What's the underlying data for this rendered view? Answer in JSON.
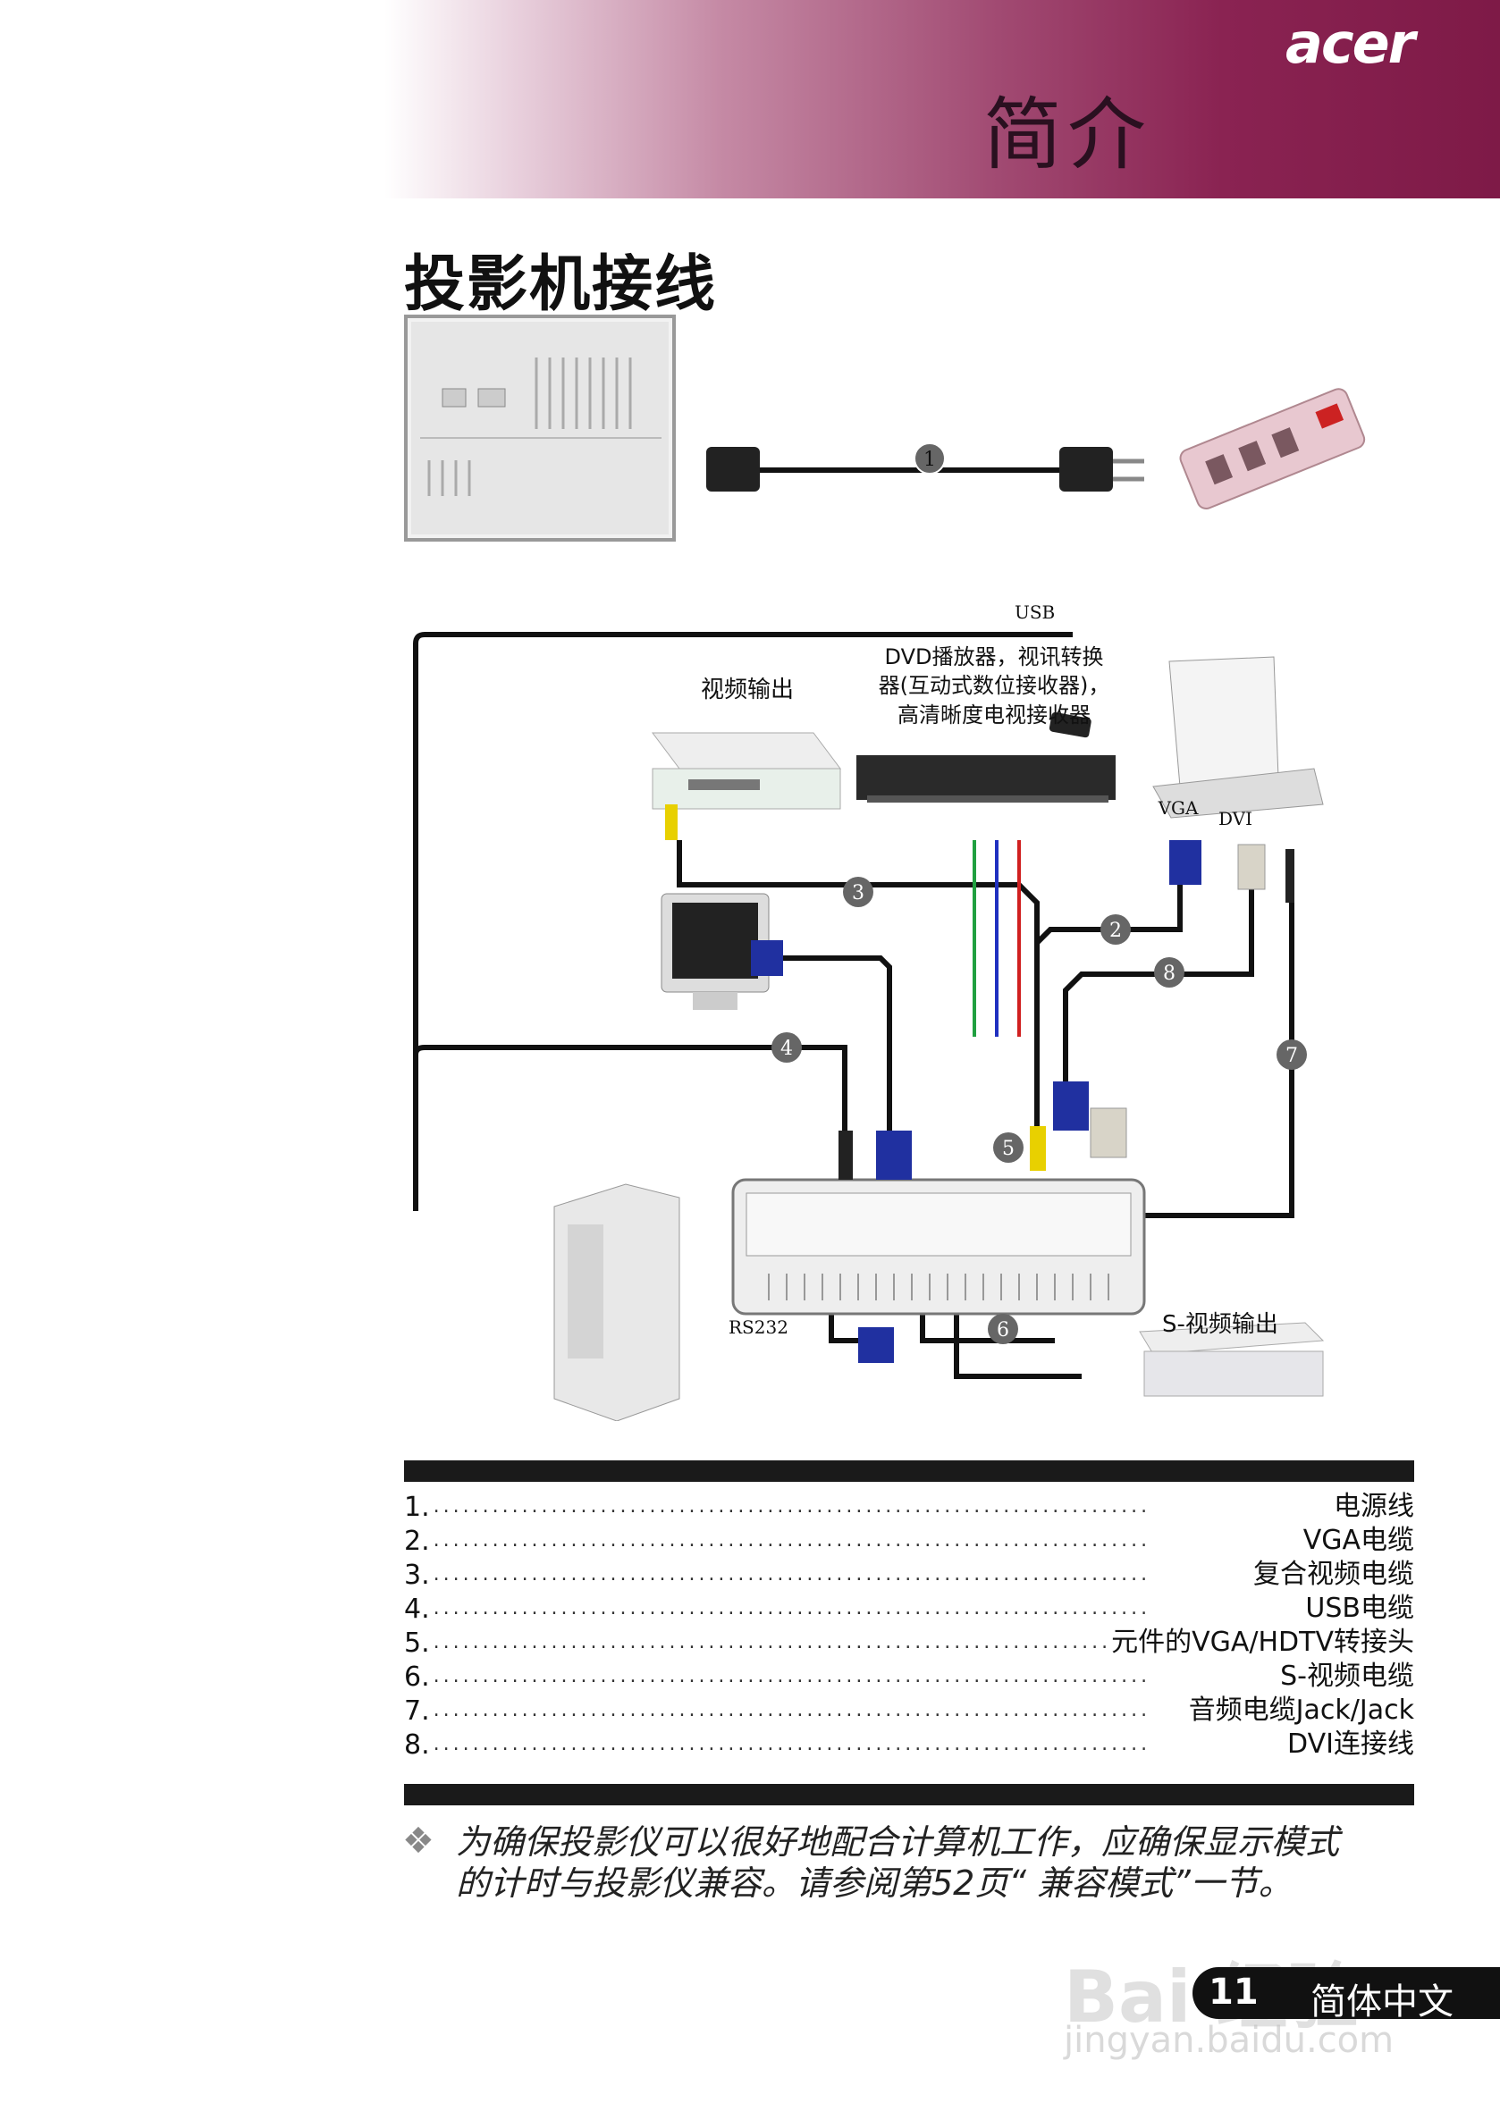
{
  "header": {
    "title": "简介",
    "brand": "acer"
  },
  "section_title": "投影机接线",
  "diagram": {
    "power_cable_number": "1",
    "labels": {
      "usb": "USB",
      "dvd_line1": "DVD播放器，视讯转换",
      "dvd_line2": "器(互动式数位接收器)，",
      "dvd_line3": "高清晰度电视接收器",
      "video_out": "视频输出",
      "vga": "VGA",
      "dvi": "DVI",
      "rs232": "RS232",
      "svideo_out": "S-视频输出"
    },
    "callouts": [
      "1",
      "2",
      "3",
      "4",
      "5",
      "6",
      "7",
      "8"
    ]
  },
  "legend": [
    {
      "num": "1.",
      "text": "电源线"
    },
    {
      "num": "2.",
      "text": "VGA电缆"
    },
    {
      "num": "3.",
      "text": "复合视频电缆"
    },
    {
      "num": "4.",
      "text": "USB电缆"
    },
    {
      "num": "5.",
      "text": "元件的VGA/HDTV转接头"
    },
    {
      "num": "6.",
      "text": "S-视频电缆"
    },
    {
      "num": "7.",
      "text": "音频电缆Jack/Jack"
    },
    {
      "num": "8.",
      "text": "DVI连接线"
    }
  ],
  "note": {
    "icon": "diamond-bullet-icon",
    "line1": "为确保投影仪可以很好地配合计算机工作，应确保显示模式",
    "line2": "的计时与投影仪兼容。请参阅第52页“ 兼容模式”一节。"
  },
  "footer": {
    "page": "11",
    "language": "简体中文"
  },
  "watermark": {
    "line1": "Bai 经验",
    "line2": "jingyan.baidu.com"
  },
  "colors": {
    "header_accent": "#7e1a47",
    "bar": "#1a1a1a"
  }
}
